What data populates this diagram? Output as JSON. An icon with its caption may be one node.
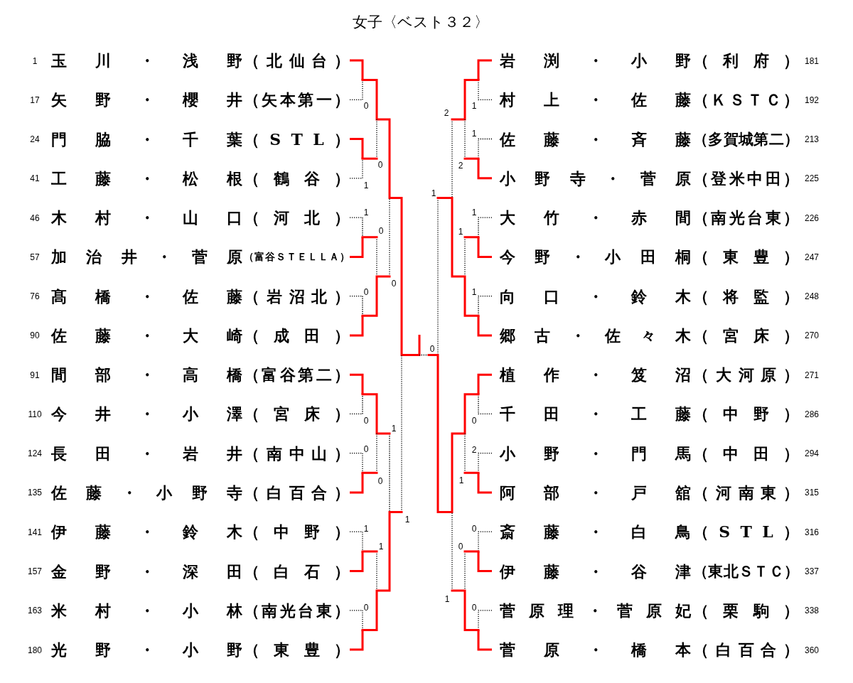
{
  "diagram": {
    "title": "女子〈ベスト３２〉",
    "nodes": [
      {
        "text": [
          "玉川・浅野",
          "（北仙台）"
        ],
        "beside": [
          "1"
        ]
      },
      {
        "text": [
          "矢野・櫻井",
          "（矢本第一）"
        ],
        "beside": [
          "17"
        ]
      },
      {
        "text": [
          "門脇・千葉",
          "（STL）"
        ],
        "beside": [
          "24"
        ]
      },
      {
        "text": [
          "工藤・松根",
          "（鶴谷）"
        ],
        "beside": [
          "41"
        ]
      },
      {
        "text": [
          "木村・山口",
          "（河北）"
        ],
        "beside": [
          "46"
        ]
      },
      {
        "text": [
          "加治井・菅原",
          "（富谷ＳＴＥＬＬＡ）"
        ],
        "beside": [
          "57"
        ]
      },
      {
        "text": [
          "髙橋・佐藤",
          "（岩沼北）"
        ],
        "beside": [
          "76"
        ]
      },
      {
        "text": [
          "佐藤・大崎",
          "（成田）"
        ],
        "beside": [
          "90"
        ]
      },
      {
        "text": [
          "間部・高橋",
          "（富谷第二）"
        ],
        "beside": [
          "91"
        ]
      },
      {
        "text": [
          "今井・小澤",
          "（宮床）"
        ],
        "beside": [
          "110"
        ]
      },
      {
        "text": [
          "長田・岩井",
          "（南中山）"
        ],
        "beside": [
          "124"
        ]
      },
      {
        "text": [
          "佐藤・小野寺",
          "（白百合）"
        ],
        "beside": [
          "135"
        ]
      },
      {
        "text": [
          "伊藤・鈴木",
          "（中野）"
        ],
        "beside": [
          "141"
        ]
      },
      {
        "text": [
          "金野・深田",
          "（白石）"
        ],
        "beside": [
          "157"
        ]
      },
      {
        "text": [
          "米村・小林",
          "（南光台東）"
        ],
        "beside": [
          "163"
        ]
      },
      {
        "text": [
          "光野・小野",
          "（東豊）"
        ],
        "beside": [
          "180"
        ]
      },
      {
        "text": [
          "岩渕・小野",
          "（利府）"
        ],
        "beside": [
          "181"
        ]
      },
      {
        "text": [
          "村上・佐藤",
          "（ＫＳＴＣ）"
        ],
        "beside": [
          "192"
        ]
      },
      {
        "text": [
          "佐藤・斉藤",
          "（多賀城第二）"
        ],
        "beside": [
          "213"
        ]
      },
      {
        "text": [
          "小野寺・菅原",
          "（登米中田）"
        ],
        "beside": [
          "225"
        ]
      },
      {
        "text": [
          "大竹・赤間",
          "（南光台東）"
        ],
        "beside": [
          "226"
        ]
      },
      {
        "text": [
          "今野・小田桐",
          "（東豊）"
        ],
        "beside": [
          "247"
        ]
      },
      {
        "text": [
          "向口・鈴木",
          "（将監）"
        ],
        "beside": [
          "248"
        ]
      },
      {
        "text": [
          "郷古・佐々木",
          "（宮床）"
        ],
        "beside": [
          "270"
        ]
      },
      {
        "text": [
          "植作・笈沼",
          "（大河原）"
        ],
        "beside": [
          "271"
        ]
      },
      {
        "text": [
          "千田・工藤",
          "（中野）"
        ],
        "beside": [
          "286"
        ]
      },
      {
        "text": [
          "小野・門馬",
          "（中田）"
        ],
        "beside": [
          "294"
        ]
      },
      {
        "text": [
          "阿部・戸舘",
          "（河南東）"
        ],
        "beside": [
          "315"
        ]
      },
      {
        "text": [
          "斎藤・白鳥",
          "（STL）"
        ],
        "beside": [
          "316"
        ]
      },
      {
        "text": [
          "伊藤・谷津",
          "（東北ＳＴＣ）"
        ],
        "beside": [
          "337"
        ]
      },
      {
        "text": [
          "菅原理・菅原妃",
          "（栗駒）"
        ],
        "beside": [
          "338"
        ]
      },
      {
        "text": [
          "菅原・橋本",
          "（白百合）"
        ],
        "beside": [
          "360"
        ]
      }
    ],
    "edges": [
      {
        "from": 0,
        "to": null,
        "arrow": "none"
      },
      {
        "from": 1,
        "to": null,
        "arrow": "none",
        "style": "dashed",
        "color": "#000000"
      },
      {
        "from": 2,
        "to": null,
        "arrow": "none"
      },
      {
        "from": 3,
        "to": null,
        "arrow": "none",
        "style": "dashed",
        "color": "#000000"
      },
      {
        "from": 4,
        "to": null,
        "arrow": "none",
        "style": "dashed",
        "color": "#000000"
      },
      {
        "from": 5,
        "to": null,
        "arrow": "none"
      },
      {
        "from": 6,
        "to": null,
        "arrow": "none",
        "style": "dashed",
        "color": "#000000"
      },
      {
        "from": 7,
        "to": null,
        "arrow": "none"
      },
      {
        "from": 8,
        "to": null,
        "arrow": "none"
      },
      {
        "from": 9,
        "to": null,
        "arrow": "none",
        "style": "dashed",
        "color": "#000000"
      },
      {
        "from": 10,
        "to": null,
        "arrow": "none",
        "style": "dashed",
        "color": "#000000"
      },
      {
        "from": 11,
        "to": null,
        "arrow": "none"
      },
      {
        "from": 12,
        "to": null,
        "arrow": "none",
        "style": "dashed",
        "color": "#000000"
      },
      {
        "from": 13,
        "to": null,
        "arrow": "none"
      },
      {
        "from": 14,
        "to": null,
        "arrow": "none",
        "style": "dashed",
        "color": "#000000"
      },
      {
        "from": 15,
        "to": null,
        "arrow": "none"
      },
      {
        "from": 16,
        "to": null,
        "arrow": "none"
      },
      {
        "from": 17,
        "to": null,
        "arrow": "none",
        "style": "dashed",
        "color": "#000000"
      },
      {
        "from": 18,
        "to": null,
        "arrow": "none",
        "style": "dashed",
        "color": "#000000"
      },
      {
        "from": 19,
        "to": null,
        "arrow": "none"
      },
      {
        "from": 20,
        "to": null,
        "arrow": "none",
        "style": "dashed",
        "color": "#000000"
      },
      {
        "from": 21,
        "to": null,
        "arrow": "none"
      },
      {
        "from": 22,
        "to": null,
        "arrow": "none",
        "style": "dashed",
        "color": "#000000"
      },
      {
        "from": 23,
        "to": null,
        "arrow": "none"
      },
      {
        "from": 24,
        "to": null,
        "arrow": "none"
      },
      {
        "from": 25,
        "to": null,
        "arrow": "none",
        "style": "dashed",
        "color": "#000000"
      },
      {
        "from": 26,
        "to": null,
        "arrow": "none",
        "style": "dashed",
        "color": "#000000"
      },
      {
        "from": 27,
        "to": null,
        "arrow": "none"
      },
      {
        "from": 28,
        "to": null,
        "arrow": "none",
        "style": "dashed",
        "color": "#000000"
      },
      {
        "from": 29,
        "to": null,
        "arrow": "none"
      },
      {
        "from": 30,
        "to": null,
        "arrow": "none",
        "style": "dashed",
        "color": "#000000"
      },
      {
        "from": 31,
        "to": null,
        "arrow": "none"
      }
    ],
    "labels": [
      "0",
      "1",
      "2",
      "1",
      "0",
      "2",
      "1",
      "1",
      "1",
      "1",
      "0",
      "1",
      "0",
      "0",
      "1",
      "0",
      "0",
      "0",
      "1",
      "0",
      "2",
      "0",
      "1",
      "1",
      "1",
      "0",
      "1",
      "0",
      "1",
      "0",
      "0"
    ]
  }
}
